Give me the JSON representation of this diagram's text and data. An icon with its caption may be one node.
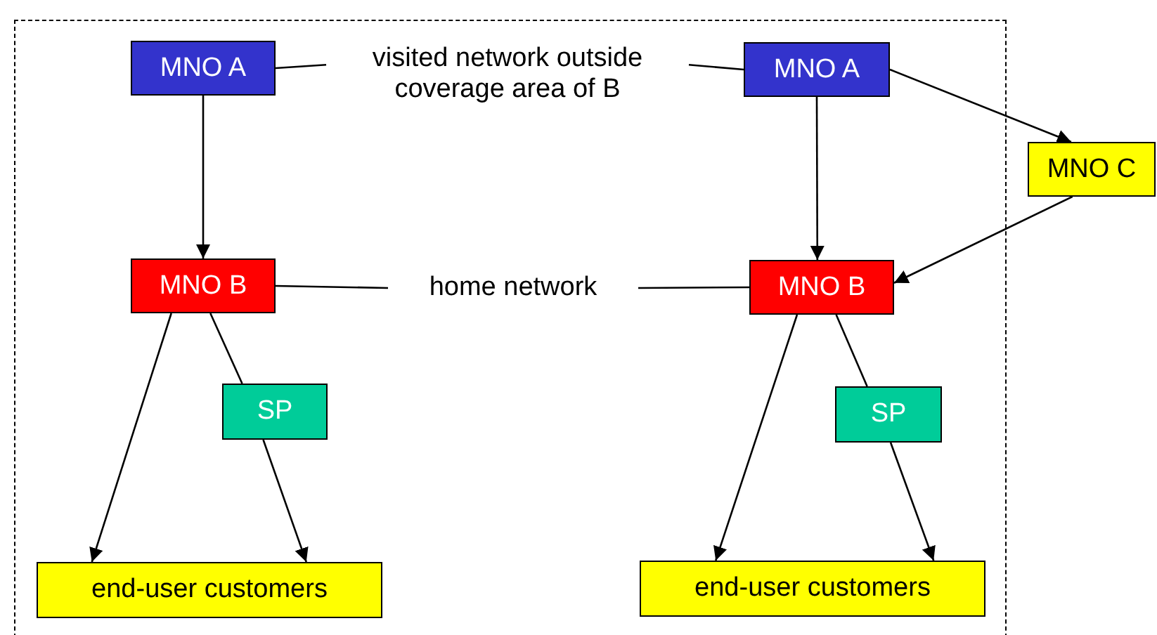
{
  "diagram": {
    "nodes": [
      {
        "text": [
          "MNO A"
        ]
      },
      {
        "text": [
          "visited network outside coverage area of B"
        ]
      },
      {
        "text": [
          "MNO A"
        ]
      },
      {
        "text": [
          "MNO C"
        ]
      },
      {
        "text": [
          "MNO B"
        ]
      },
      {
        "text": [
          "home network"
        ]
      },
      {
        "text": [
          "MNO B"
        ]
      },
      {
        "text": [
          "SP"
        ]
      },
      {
        "text": [
          "SP"
        ]
      },
      {
        "text": [
          "end-user customers"
        ]
      },
      {
        "text": [
          "end-user customers"
        ]
      }
    ],
    "edges": [
      {
        "from": 0,
        "to": 1,
        "arrow": "none"
      },
      {
        "from": 1,
        "to": 2,
        "arrow": "none"
      },
      {
        "from": 0,
        "to": 4,
        "arrow": "to"
      },
      {
        "from": 2,
        "to": 6,
        "arrow": "to"
      },
      {
        "from": 2,
        "to": 3,
        "arrow": "to"
      },
      {
        "from": 3,
        "to": 6,
        "arrow": "to"
      },
      {
        "from": 4,
        "to": 5,
        "arrow": "none"
      },
      {
        "from": 5,
        "to": 6,
        "arrow": "none"
      },
      {
        "from": 4,
        "to": 9,
        "arrow": "to"
      },
      {
        "from": 4,
        "to": 7,
        "arrow": "none"
      },
      {
        "from": 7,
        "to": 9,
        "arrow": "to"
      },
      {
        "from": 6,
        "to": 10,
        "arrow": "to"
      },
      {
        "from": 6,
        "to": 8,
        "arrow": "none"
      },
      {
        "from": 8,
        "to": 10,
        "arrow": "to"
      }
    ]
  }
}
